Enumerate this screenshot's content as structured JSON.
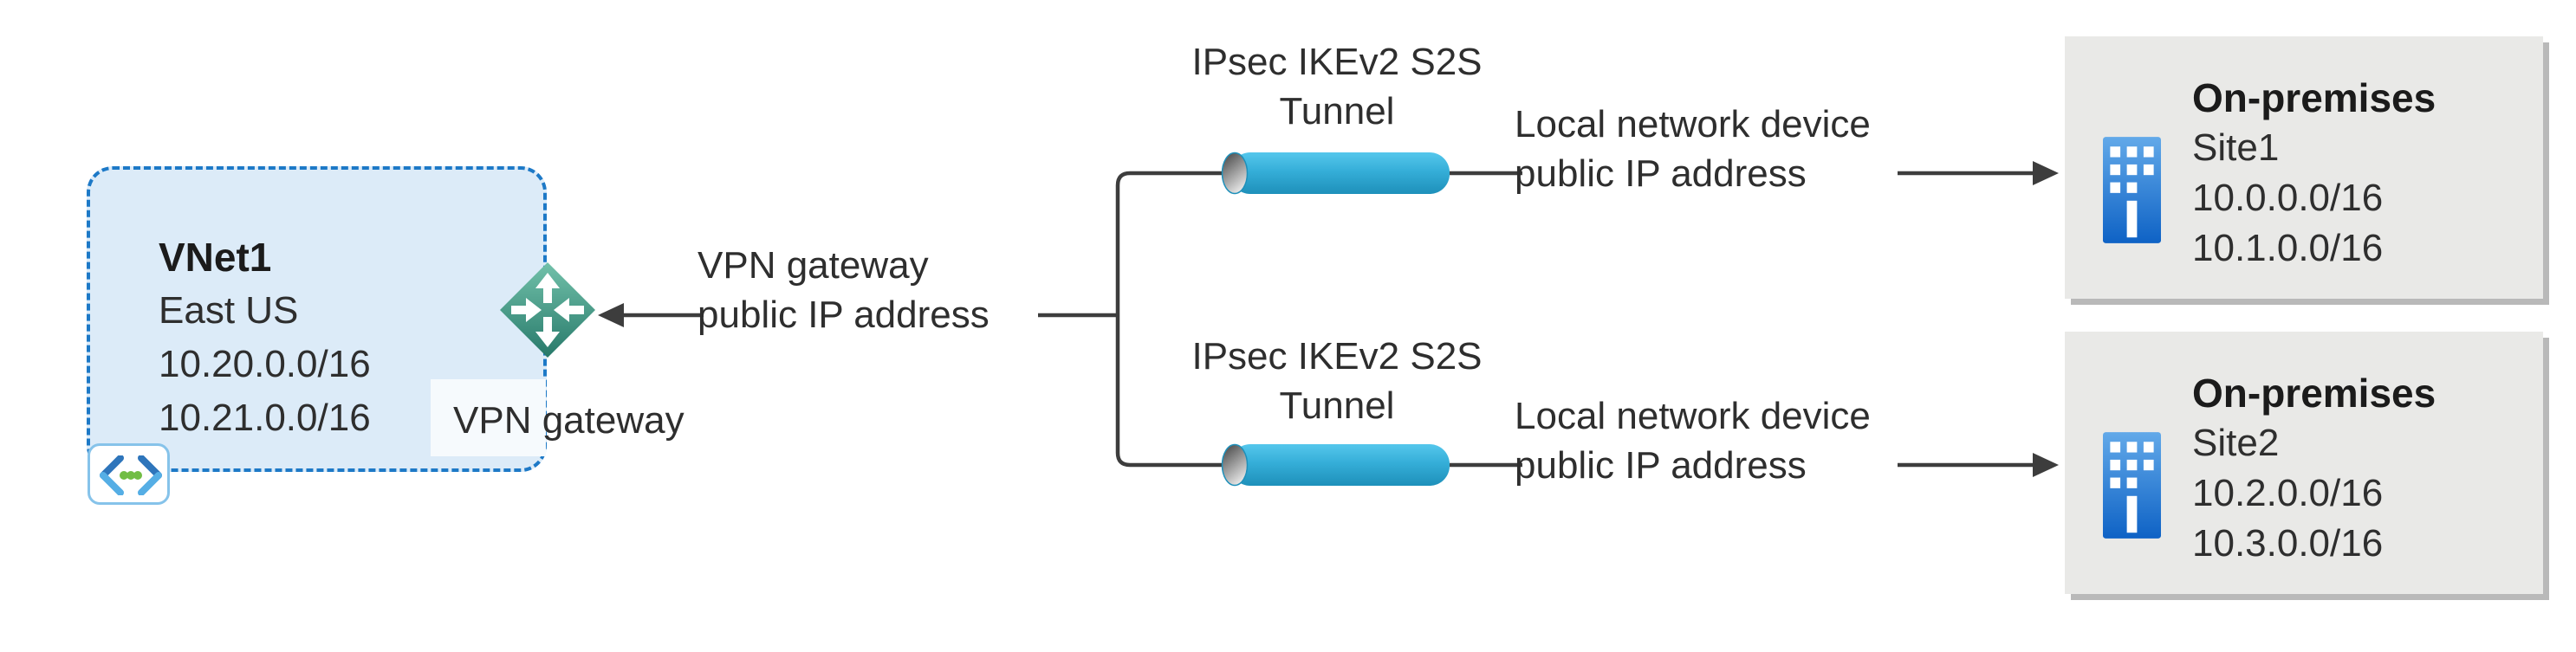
{
  "vnet": {
    "name": "VNet1",
    "region": "East US",
    "address_prefixes": [
      "10.20.0.0/16",
      "10.21.0.0/16"
    ],
    "gateway_label": "VPN gateway"
  },
  "gateway_callout": {
    "line1": "VPN gateway",
    "line2": "public IP address"
  },
  "tunnels": [
    {
      "label_line1": "IPsec IKEv2 S2S",
      "label_line2": "Tunnel"
    },
    {
      "label_line1": "IPsec IKEv2 S2S",
      "label_line2": "Tunnel"
    }
  ],
  "device_callouts": [
    {
      "line1": "Local network device",
      "line2": "public IP address"
    },
    {
      "line1": "Local network device",
      "line2": "public IP address"
    }
  ],
  "sites": [
    {
      "title": "On-premises",
      "name": "Site1",
      "prefixes": [
        "10.0.0.0/16",
        "10.1.0.0/16"
      ]
    },
    {
      "title": "On-premises",
      "name": "Site2",
      "prefixes": [
        "10.2.0.0/16",
        "10.3.0.0/16"
      ]
    }
  ],
  "icons": {
    "virtual_network": "virtual-network-icon ‹•••›",
    "vpn_gateway": "vpn-gateway-diamond-icon ✦",
    "tunnel_pipe": "tunnel-pipe-icon ⬭",
    "building": "building-icon 🏢",
    "arrow_left": "←",
    "arrow_right": "→"
  },
  "colors": {
    "vnet_fill": "#dcebf8",
    "vnet_border": "#1d79c7",
    "diamond_top": "#72c1aa",
    "diamond_bottom": "#27796a",
    "tunnel_blue": "#35aed8",
    "connector": "#3d3d3d",
    "site_box_fill": "#e9e9e7",
    "site_box_shadow": "#b9b9b9",
    "building_top": "#62a9e9",
    "building_bottom": "#0e62c5",
    "text": "#2e2e2e"
  }
}
